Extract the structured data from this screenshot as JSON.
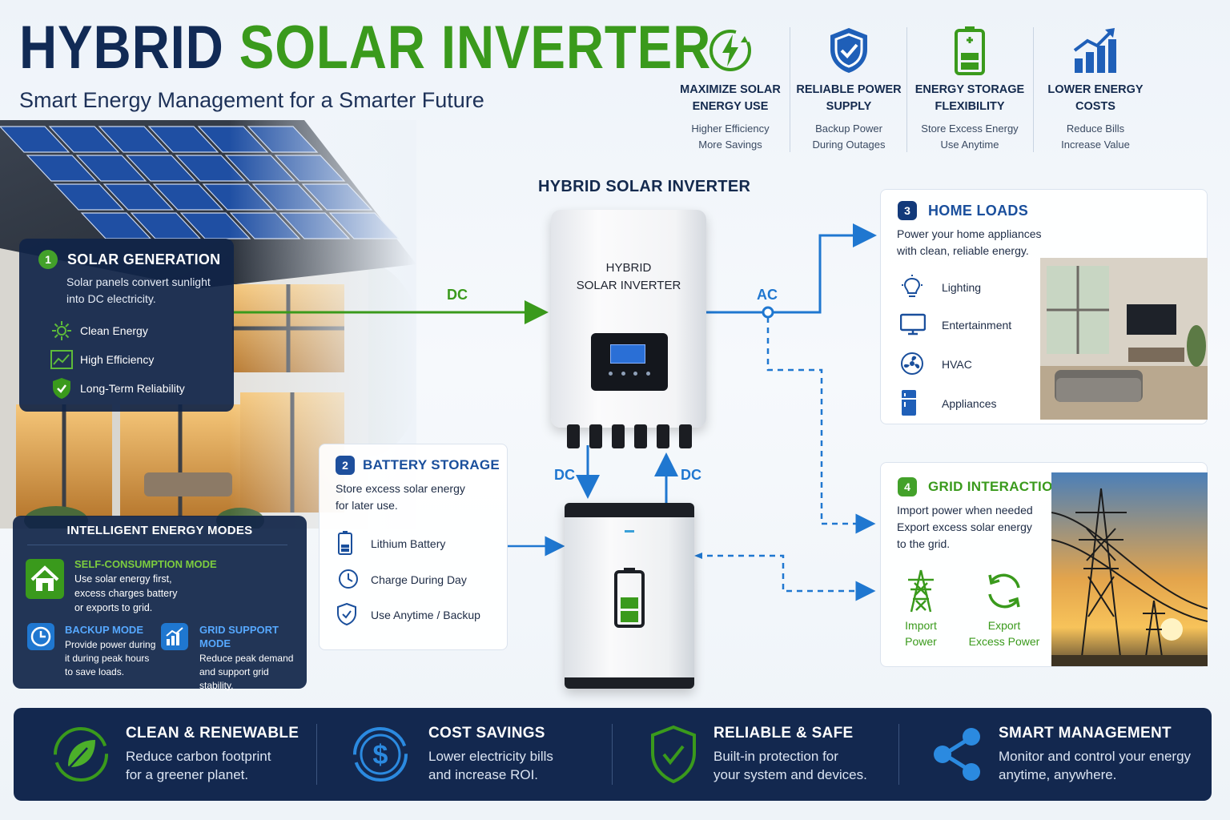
{
  "header": {
    "title_part1": "HYBRID",
    "title_part2": "SOLAR INVERTER",
    "subtitle": "Smart Energy Management for a Smarter Future"
  },
  "benefits": [
    {
      "title1": "MAXIMIZE SOLAR",
      "title2": "ENERGY USE",
      "sub1": "Higher Efficiency",
      "sub2": "More Savings",
      "icon": "solar-bolt-icon"
    },
    {
      "title1": "RELIABLE POWER",
      "title2": "SUPPLY",
      "sub1": "Backup Power",
      "sub2": "During Outages",
      "icon": "shield-check-icon"
    },
    {
      "title1": "ENERGY STORAGE",
      "title2": "FLEXIBILITY",
      "sub1": "Store Excess Energy",
      "sub2": "Use Anytime",
      "icon": "battery-icon"
    },
    {
      "title1": "LOWER ENERGY",
      "title2": "COSTS",
      "sub1": "Reduce Bills",
      "sub2": "Increase Value",
      "icon": "bar-chart-up-icon"
    }
  ],
  "inverter": {
    "heading": "HYBRID SOLAR INVERTER",
    "device_line1": "HYBRID",
    "device_line2": "SOLAR INVERTER"
  },
  "flows": {
    "dc_solar": "DC",
    "ac": "AC",
    "dc_down": "DC",
    "dc_up": "DC"
  },
  "solar": {
    "num": "1",
    "title": "SOLAR GENERATION",
    "desc1": "Solar panels convert sunlight",
    "desc2": "into DC electricity.",
    "items": [
      "Clean Energy",
      "High Efficiency",
      "Long-Term Reliability"
    ]
  },
  "battery": {
    "num": "2",
    "title": "BATTERY STORAGE",
    "desc1": "Store excess solar energy",
    "desc2": "for later use.",
    "items": [
      "Lithium Battery",
      "Charge During Day",
      "Use Anytime / Backup"
    ]
  },
  "home": {
    "num": "3",
    "title": "HOME LOADS",
    "desc1": "Power your home appliances",
    "desc2": "with clean, reliable energy.",
    "items": [
      "Lighting",
      "Entertainment",
      "HVAC",
      "Appliances"
    ]
  },
  "grid": {
    "num": "4",
    "title": "GRID INTERACTION",
    "desc1": "Import power when needed",
    "desc2": "Export excess solar energy",
    "desc3": "to the grid.",
    "import1": "Import",
    "import2": "Power",
    "export1": "Export",
    "export2": "Excess Power"
  },
  "modes": {
    "title": "INTELLIGENT ENERGY MODES",
    "self": {
      "name": "SELF-CONSUMPTION MODE",
      "l1": "Use solar energy first,",
      "l2": "excess charges battery",
      "l3": "or exports to grid."
    },
    "backup": {
      "name": "BACKUP MODE",
      "l1": "Provide power during",
      "l2": "it during peak hours",
      "l3": "to save loads."
    },
    "gridsup": {
      "name": "GRID SUPPORT MODE",
      "l1": "Reduce peak demand",
      "l2": "and support grid",
      "l3": "stability."
    }
  },
  "footer": [
    {
      "title": "CLEAN & RENEWABLE",
      "d1": "Reduce carbon footprint",
      "d2": "for a greener planet."
    },
    {
      "title": "COST SAVINGS",
      "d1": "Lower electricity bills",
      "d2": "and increase ROI."
    },
    {
      "title": "RELIABLE & SAFE",
      "d1": "Built-in protection for",
      "d2": "your system and devices."
    },
    {
      "title": "SMART MANAGEMENT",
      "d1": "Monitor and control your energy",
      "d2": "anytime, anywhere."
    }
  ],
  "colors": {
    "navy": "#112a55",
    "green": "#3a9a1c",
    "blue": "#1f77d0",
    "panel_dark": "#102448"
  }
}
